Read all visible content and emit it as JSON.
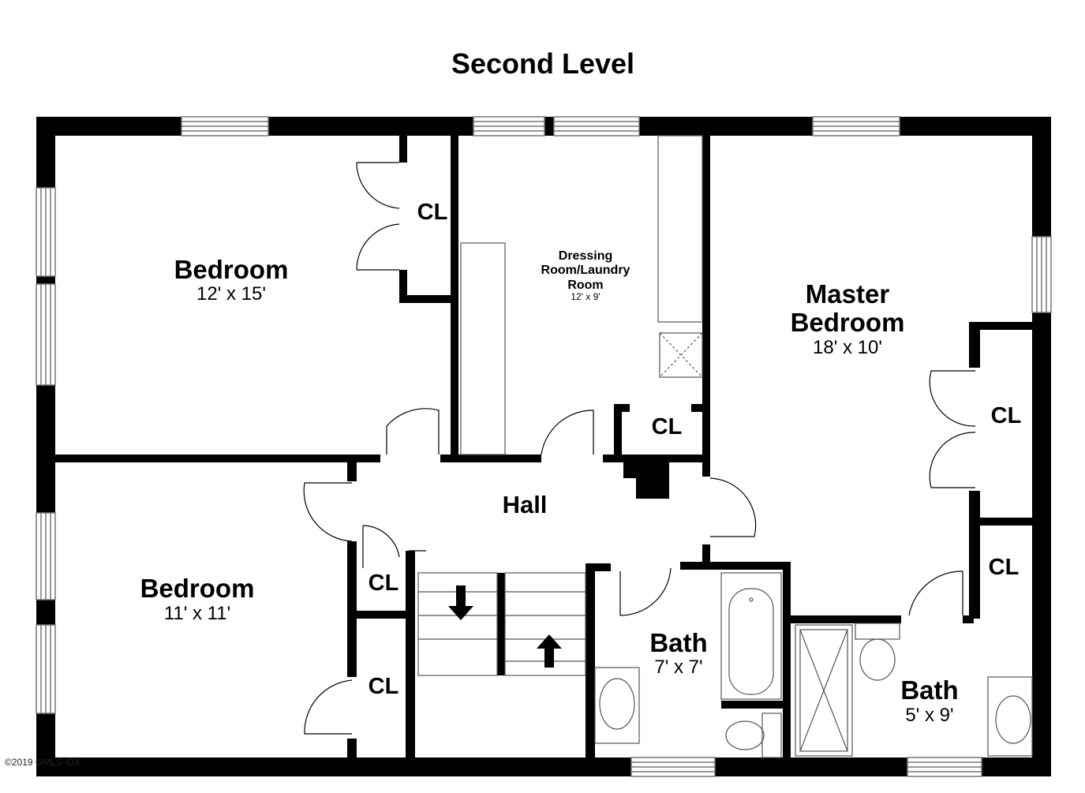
{
  "plan": {
    "title": "Second Level",
    "watermark": "©2019 GMLS IDX",
    "rooms": {
      "bedroom_top": {
        "name": "Bedroom",
        "dim": "12' x 15'"
      },
      "dressing": {
        "name_lines": [
          "Dressing",
          "Room/Laundry",
          "Room"
        ],
        "dim": "12' x 9'"
      },
      "master": {
        "name_lines": [
          "Master",
          "Bedroom"
        ],
        "dim": "18' x 10'"
      },
      "bedroom_bottom": {
        "name": "Bedroom",
        "dim": "11' x 11'"
      },
      "hall": {
        "name": "Hall"
      },
      "bath_small": {
        "name": "Bath",
        "dim": "7' x 7'"
      },
      "bath_master": {
        "name": "Bath",
        "dim": "5' x 9'"
      }
    },
    "closet_label": "CL"
  },
  "colors": {
    "wall": "#000000",
    "fixture": "#555555",
    "window": "#777777"
  }
}
